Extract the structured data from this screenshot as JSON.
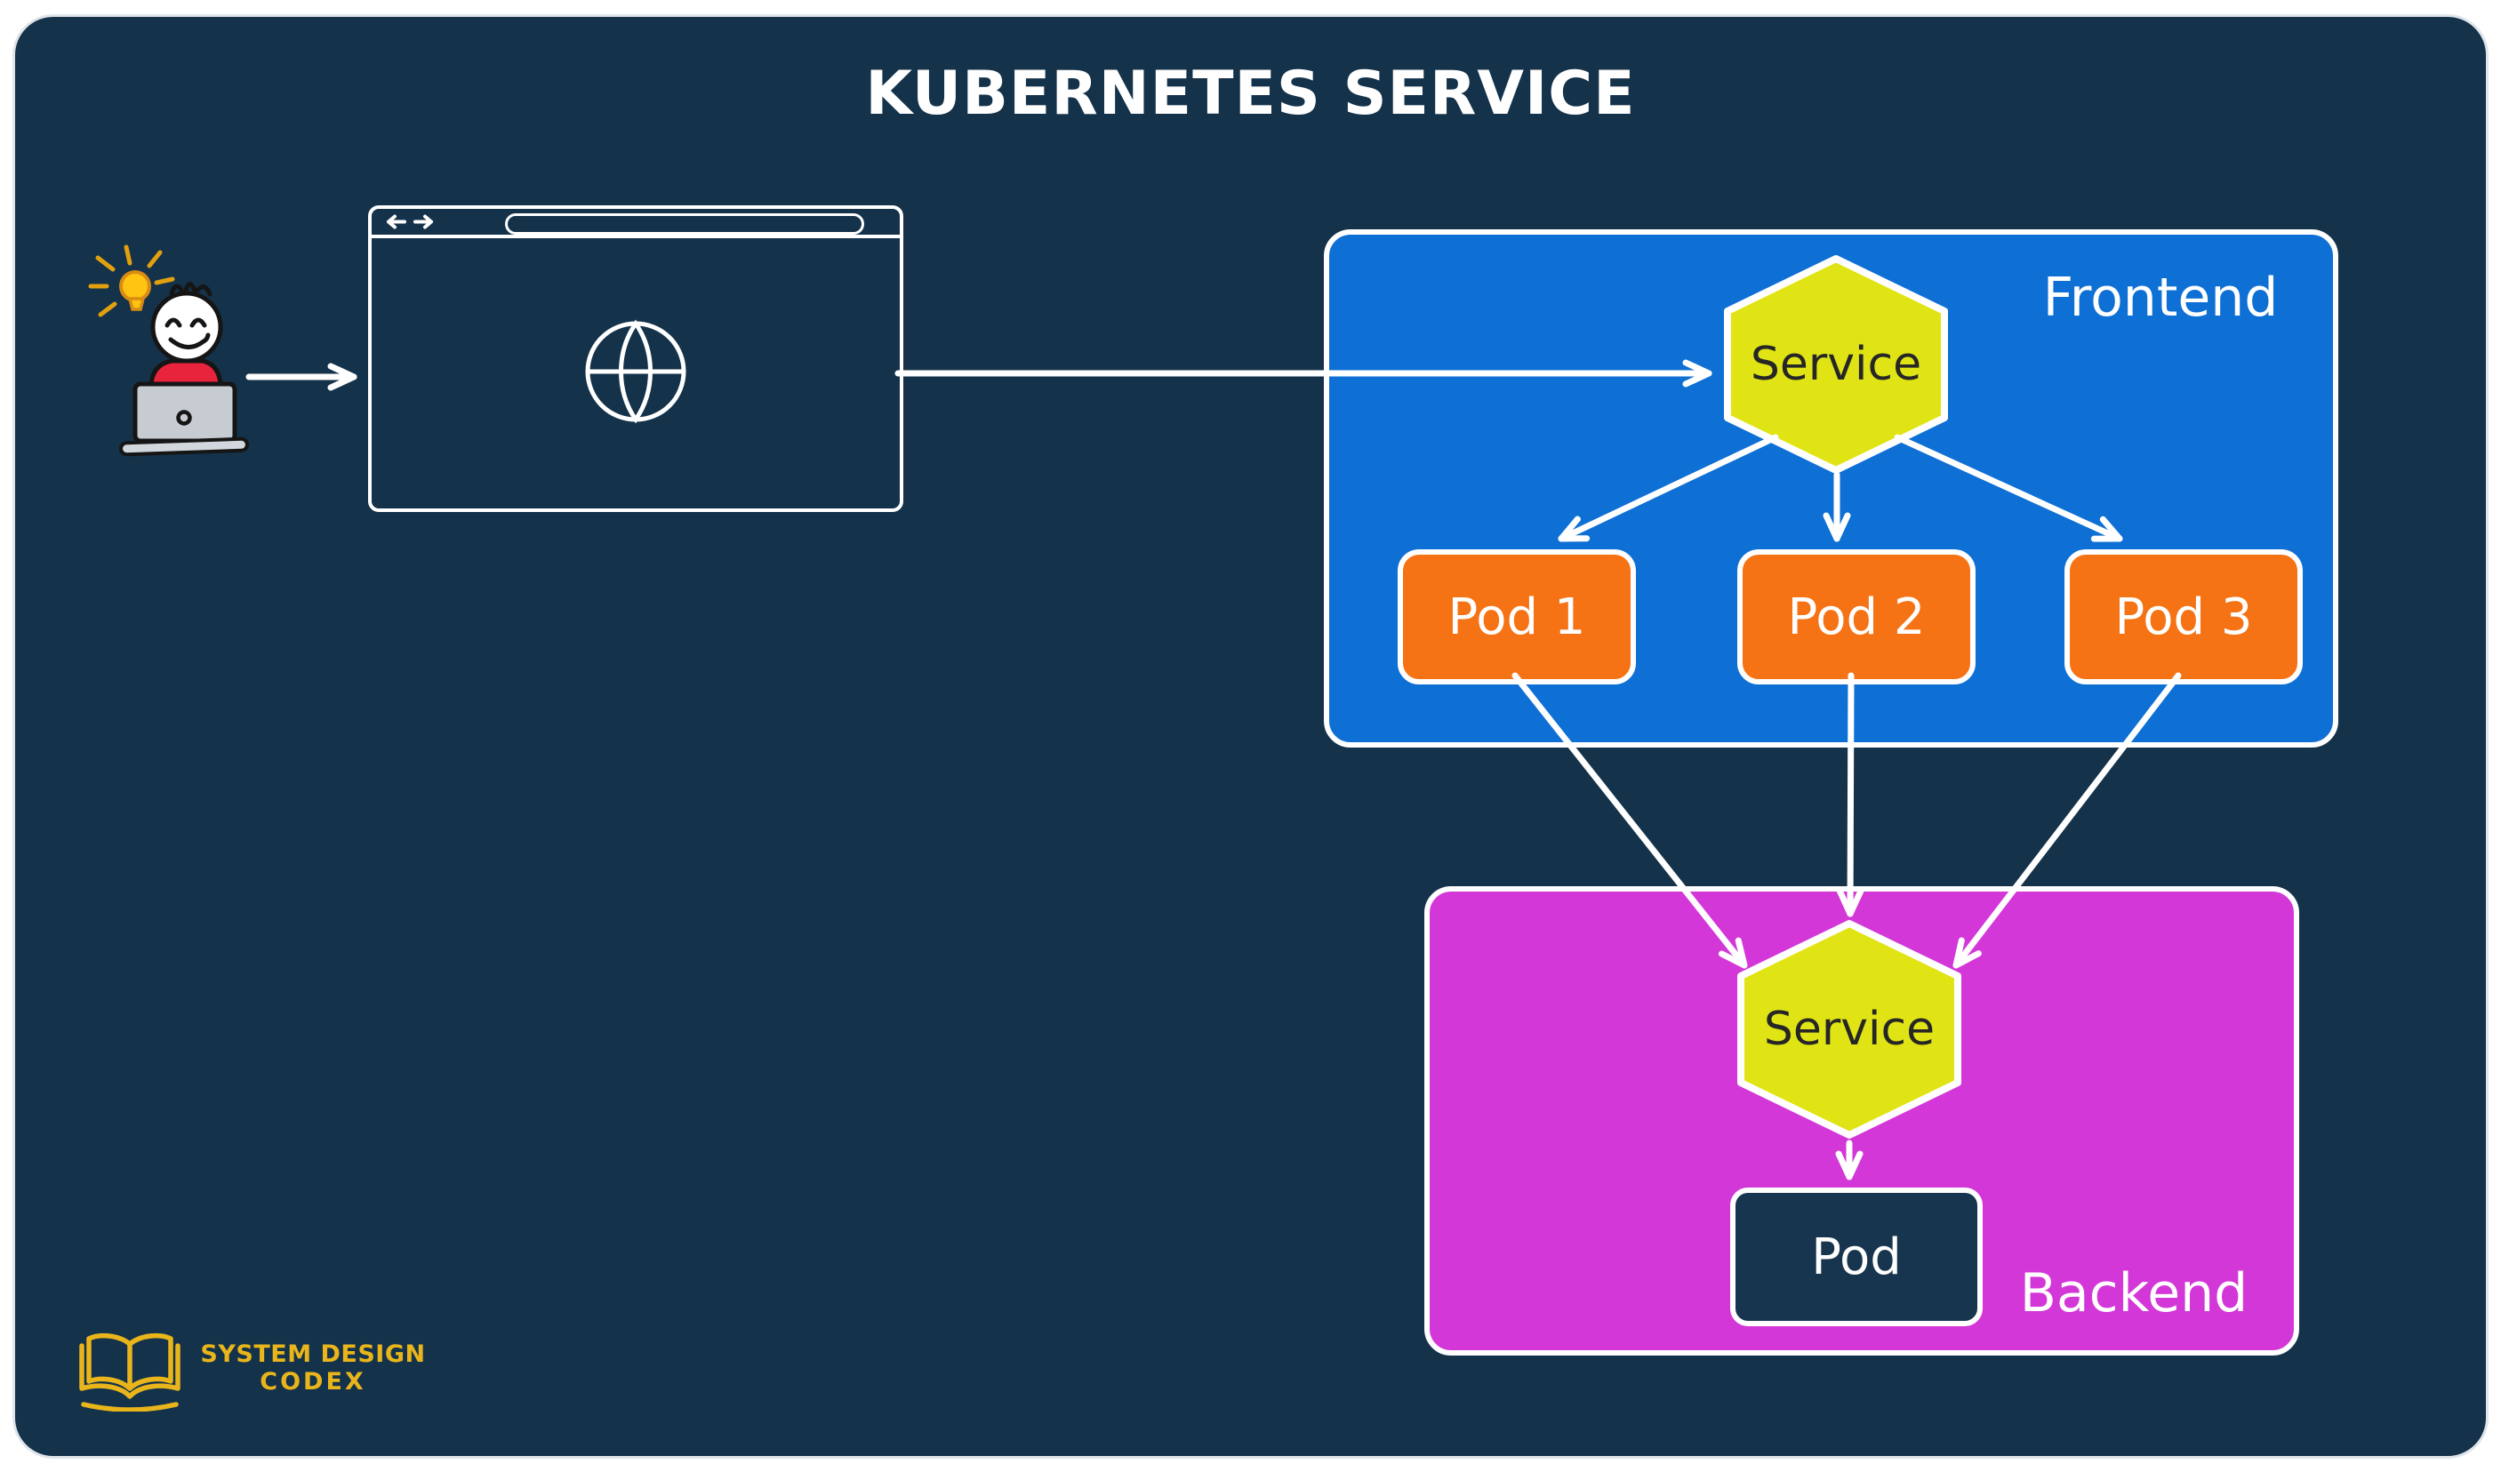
{
  "title": "KUBERNETES SERVICE",
  "frontend": {
    "label": "Frontend",
    "service_label": "Service",
    "pods": [
      "Pod 1",
      "Pod 2",
      "Pod 3"
    ]
  },
  "backend": {
    "label": "Backend",
    "service_label": "Service",
    "pod_label": "Pod"
  },
  "browser": {
    "url_value": "",
    "url_placeholder": ""
  },
  "logo": {
    "line1": "SYSTEM DESIGN",
    "line2": "CODEX"
  },
  "icons": {
    "person": "person-at-laptop-icon",
    "idea": "lightbulb-icon",
    "browser_nav": "back-forward-arrows-icon",
    "browser_content": "globe-icon",
    "logo_book": "open-book-icon"
  },
  "colors": {
    "canvas_navy": "#14324A",
    "frontend_blue": "#0E6FD4",
    "backend_magenta": "#D337D8",
    "pod_orange": "#F57315",
    "service_yellow": "#E0E414",
    "pod_dark_navy": "#17354E",
    "logo_gold": "#E9B51B",
    "shirt_red": "#E8243D",
    "laptop_gray": "#C7CCD3",
    "line_white": "#FFFFFF"
  }
}
